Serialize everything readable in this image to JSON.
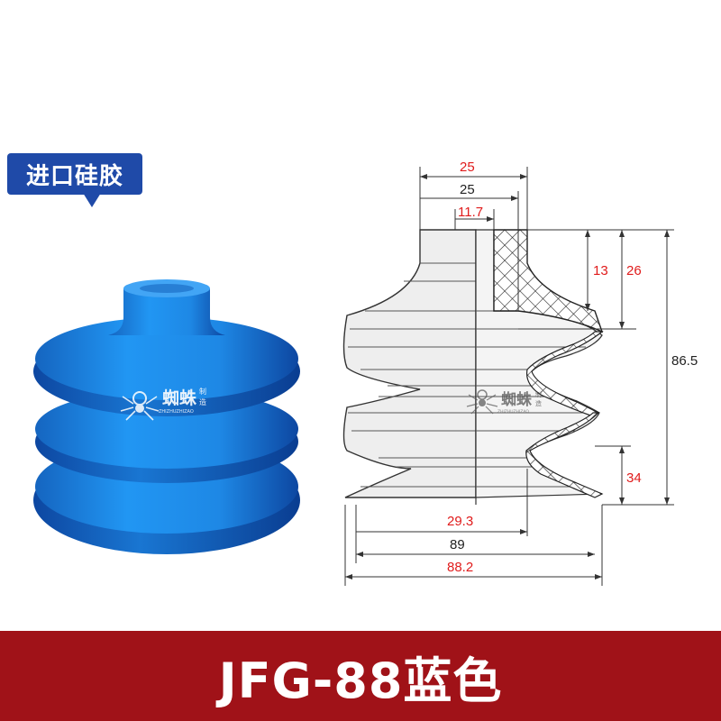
{
  "badge": {
    "label": "进口硅胶"
  },
  "watermark": {
    "brand": "蜘蛛",
    "suffix_top": "制",
    "suffix_bottom": "造",
    "subtitle": "ZHIZHUZHIZAO"
  },
  "dimensions": {
    "top_width_outer": "25",
    "top_width_inner": "25",
    "top_wall": "11.7",
    "height_upper": "13",
    "height_neck": "26",
    "height_total": "86.5",
    "height_lower": "34",
    "bottom_inner": "29.3",
    "bottom_mid": "89",
    "bottom_outer": "88.2"
  },
  "footer": {
    "title": "JFG-88蓝色"
  },
  "colors": {
    "badge": "#1f4aa8",
    "footer": "#a01218",
    "product": "#1e88e5",
    "dim_red": "#e01b1b"
  }
}
